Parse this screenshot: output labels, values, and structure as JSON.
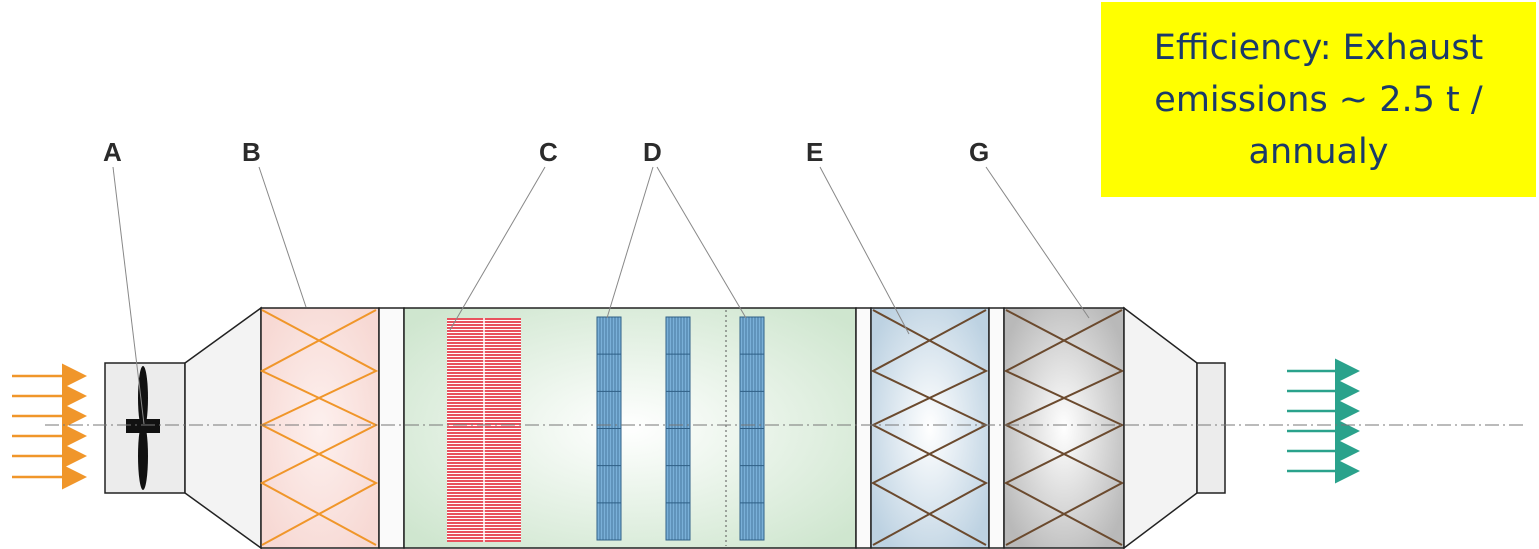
{
  "labels": {
    "A": "A",
    "B": "B",
    "C": "C",
    "D": "D",
    "E": "E",
    "G": "G"
  },
  "note": {
    "text": "Efficiency: Exhaust emissions ~ 2.5 t / annualy",
    "background": "#ffff00",
    "text_color": "#1a3a6a"
  },
  "colors": {
    "inlet_arrows": "#f0962a",
    "outlet_arrows": "#2aa28c",
    "prefilter_zigzag": "#f0962a",
    "carbon_zigzag": "#6b4a2e",
    "heater": "#e8525e",
    "cooling_coil": "#7ab0d8",
    "centerline": "#777777"
  },
  "icons": {
    "fan": "fan-icon"
  }
}
